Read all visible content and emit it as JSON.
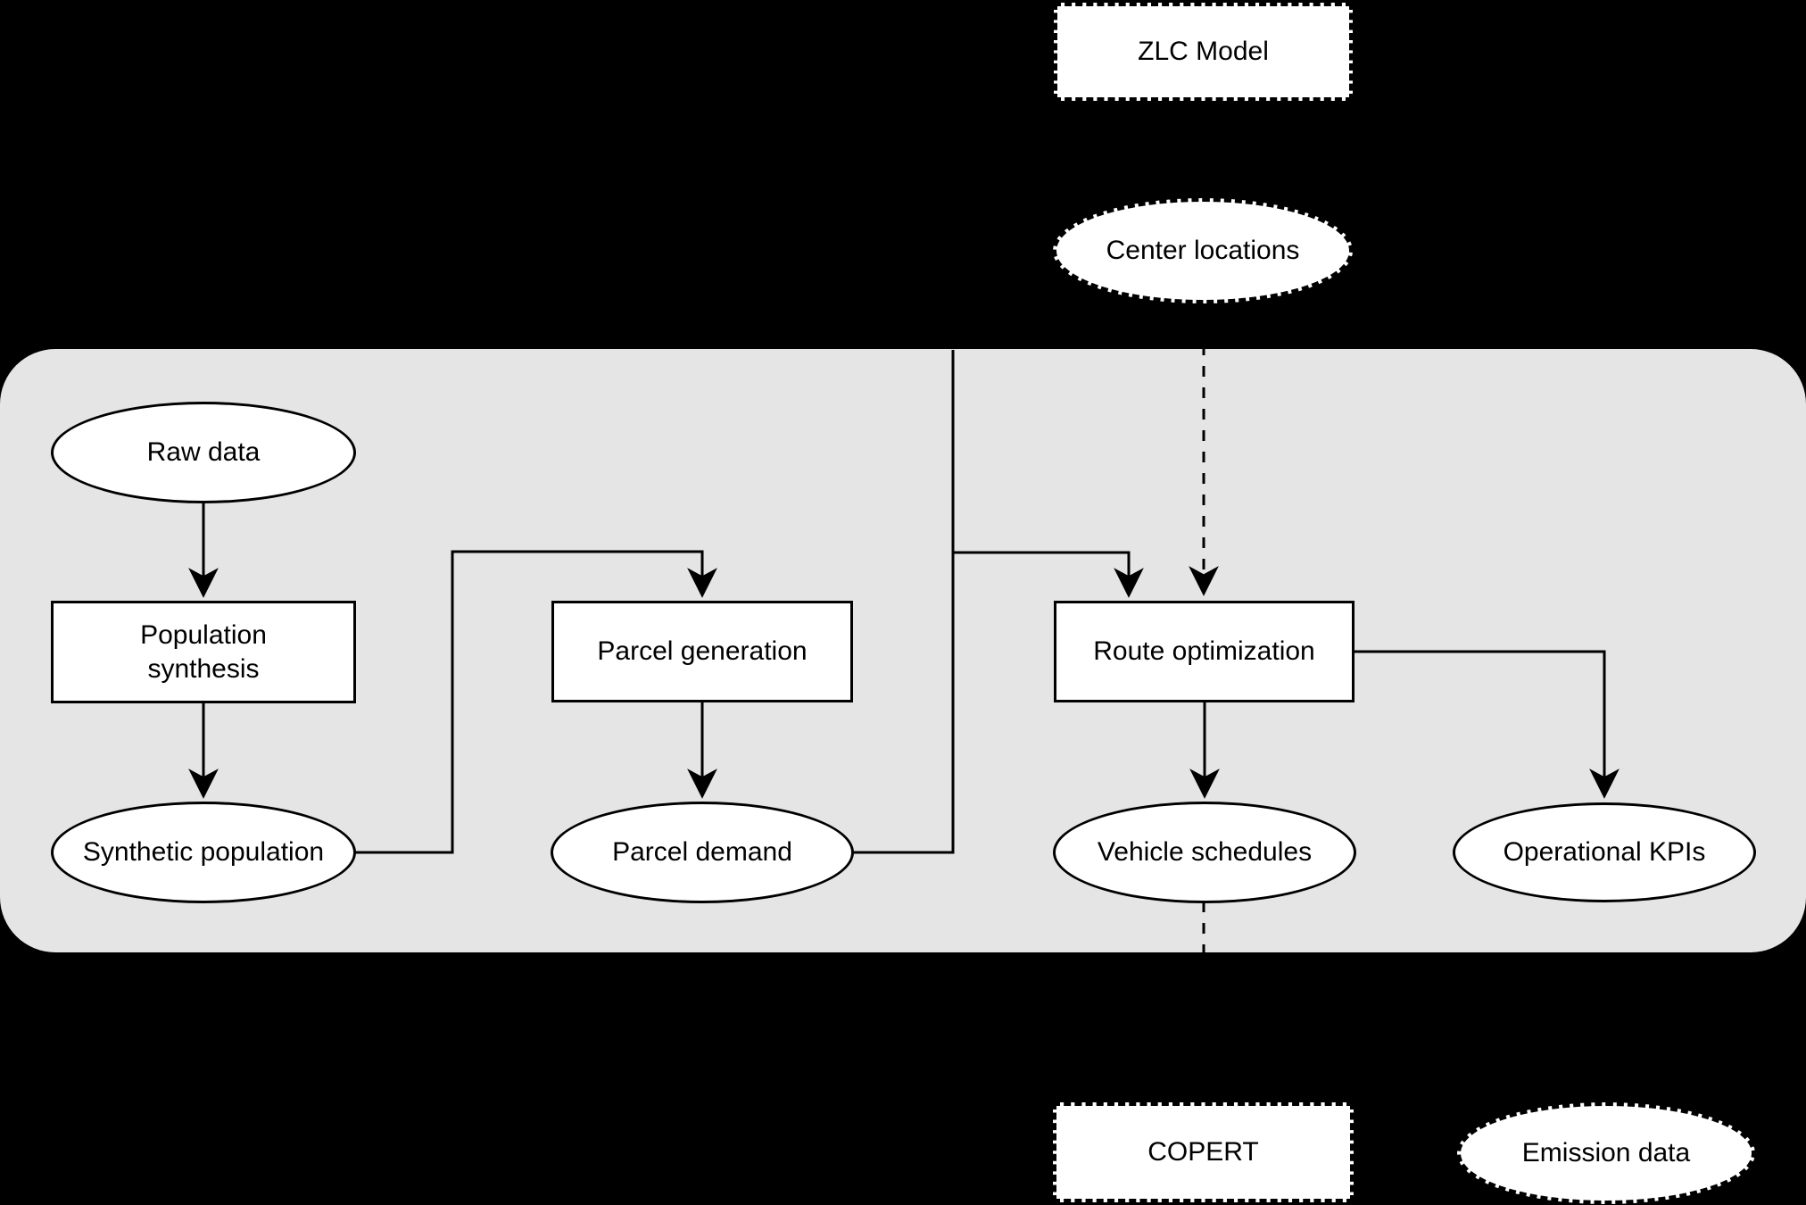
{
  "diagram": {
    "colors": {
      "background": "#000000",
      "container_fill": "#e5e5e5",
      "node_fill": "#ffffff",
      "stroke": "#000000"
    },
    "nodes": {
      "zlc_model": {
        "label": "ZLC Model",
        "shape": "rect",
        "border": "dashed"
      },
      "center_locations": {
        "label": "Center locations",
        "shape": "ellipse",
        "border": "dashed"
      },
      "raw_data": {
        "label": "Raw data",
        "shape": "ellipse",
        "border": "solid"
      },
      "population_synthesis": {
        "line1": "Population",
        "line2": "synthesis",
        "shape": "rect",
        "border": "solid"
      },
      "synthetic_population": {
        "label": "Synthetic population",
        "shape": "ellipse",
        "border": "solid"
      },
      "parcel_generation": {
        "label": "Parcel generation",
        "shape": "rect",
        "border": "solid"
      },
      "parcel_demand": {
        "label": "Parcel demand",
        "shape": "ellipse",
        "border": "solid"
      },
      "route_optimization": {
        "label": "Route optimization",
        "shape": "rect",
        "border": "solid"
      },
      "vehicle_schedules": {
        "label": "Vehicle schedules",
        "shape": "ellipse",
        "border": "solid"
      },
      "operational_kpis": {
        "label": "Operational KPIs",
        "shape": "ellipse",
        "border": "solid"
      },
      "copert": {
        "label": "COPERT",
        "shape": "rect",
        "border": "dashed"
      },
      "emission_data": {
        "label": "Emission data",
        "shape": "ellipse",
        "border": "dashed"
      }
    },
    "edges": [
      {
        "from": "raw_data",
        "to": "population_synthesis",
        "style": "solid-arrow"
      },
      {
        "from": "population_synthesis",
        "to": "synthetic_population",
        "style": "solid-arrow"
      },
      {
        "from": "synthetic_population",
        "to": "parcel_generation",
        "style": "solid-arrow"
      },
      {
        "from": "parcel_generation",
        "to": "parcel_demand",
        "style": "solid-arrow"
      },
      {
        "from": "parcel_demand",
        "to": "route_optimization",
        "style": "solid-arrow"
      },
      {
        "from": "center_locations",
        "to": "route_optimization",
        "style": "dashed-arrow"
      },
      {
        "from": "route_optimization",
        "to": "vehicle_schedules",
        "style": "solid-arrow"
      },
      {
        "from": "route_optimization",
        "to": "operational_kpis",
        "style": "solid-arrow"
      },
      {
        "from": "vehicle_schedules",
        "to": "copert",
        "style": "dashed-line"
      }
    ]
  }
}
